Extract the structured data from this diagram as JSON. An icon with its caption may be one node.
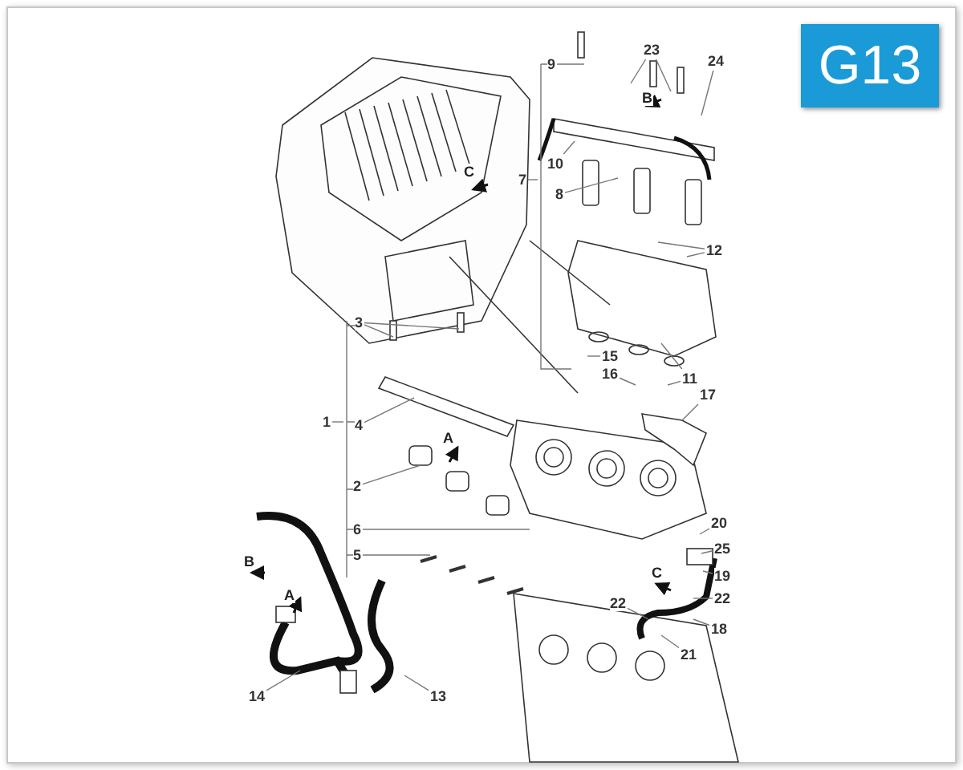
{
  "diagram": {
    "nodes": [
      {
        "text": [
          "23"
        ]
      },
      {
        "text": [
          "24"
        ]
      },
      {
        "text": [
          "9"
        ]
      },
      {
        "text": [
          "10"
        ]
      },
      {
        "text": [
          "7"
        ]
      },
      {
        "text": [
          "8"
        ]
      },
      {
        "text": [
          "12"
        ]
      },
      {
        "text": [
          "3"
        ]
      },
      {
        "text": [
          "15"
        ]
      },
      {
        "text": [
          "16"
        ]
      },
      {
        "text": [
          "11"
        ]
      },
      {
        "text": [
          "17"
        ]
      },
      {
        "text": [
          "1"
        ]
      },
      {
        "text": [
          "4"
        ]
      },
      {
        "text": [
          "2"
        ]
      },
      {
        "text": [
          "20"
        ]
      },
      {
        "text": [
          "6"
        ]
      },
      {
        "text": [
          "25"
        ]
      },
      {
        "text": [
          "5"
        ]
      },
      {
        "text": [
          "19"
        ]
      },
      {
        "text": [
          "22"
        ]
      },
      {
        "text": [
          "22"
        ]
      },
      {
        "text": [
          "18"
        ]
      },
      {
        "text": [
          "21"
        ]
      },
      {
        "text": [
          "14"
        ]
      },
      {
        "text": [
          "13"
        ]
      }
    ],
    "edges": [
      {
        "from": 0,
        "to": null,
        "arrow": "none"
      },
      {
        "from": 0,
        "to": null,
        "arrow": "none"
      },
      {
        "from": 1,
        "to": null,
        "arrow": "none"
      },
      {
        "from": 2,
        "to": null,
        "arrow": "none"
      },
      {
        "from": 3,
        "to": null,
        "arrow": "none"
      },
      {
        "from": 4,
        "to": null,
        "arrow": "none"
      },
      {
        "from": 5,
        "to": null,
        "arrow": "none"
      },
      {
        "from": 6,
        "to": null,
        "arrow": "none"
      },
      {
        "from": 6,
        "to": null,
        "arrow": "none"
      },
      {
        "from": 7,
        "to": null,
        "arrow": "none"
      },
      {
        "from": 7,
        "to": null,
        "arrow": "none"
      },
      {
        "from": 8,
        "to": null,
        "arrow": "none"
      },
      {
        "from": 9,
        "to": null,
        "arrow": "none"
      },
      {
        "from": 10,
        "to": null,
        "arrow": "none"
      },
      {
        "from": 10,
        "to": null,
        "arrow": "none"
      },
      {
        "from": 11,
        "to": null,
        "arrow": "none"
      },
      {
        "from": 12,
        "to": null,
        "arrow": "none"
      },
      {
        "from": 13,
        "to": null,
        "arrow": "none"
      },
      {
        "from": 14,
        "to": null,
        "arrow": "none"
      },
      {
        "from": 15,
        "to": null,
        "arrow": "none"
      },
      {
        "from": 16,
        "to": null,
        "arrow": "none"
      },
      {
        "from": 17,
        "to": null,
        "arrow": "none"
      },
      {
        "from": 18,
        "to": null,
        "arrow": "none"
      },
      {
        "from": 19,
        "to": null,
        "arrow": "none"
      },
      {
        "from": 20,
        "to": null,
        "arrow": "none"
      },
      {
        "from": 21,
        "to": null,
        "arrow": "none"
      },
      {
        "from": 22,
        "to": null,
        "arrow": "none"
      },
      {
        "from": 23,
        "to": null,
        "arrow": "none"
      },
      {
        "from": 24,
        "to": null,
        "arrow": "none"
      },
      {
        "from": 25,
        "to": null,
        "arrow": "none"
      }
    ],
    "labels": [
      "G13",
      "B",
      "C",
      "A",
      "B",
      "C",
      "A"
    ]
  }
}
